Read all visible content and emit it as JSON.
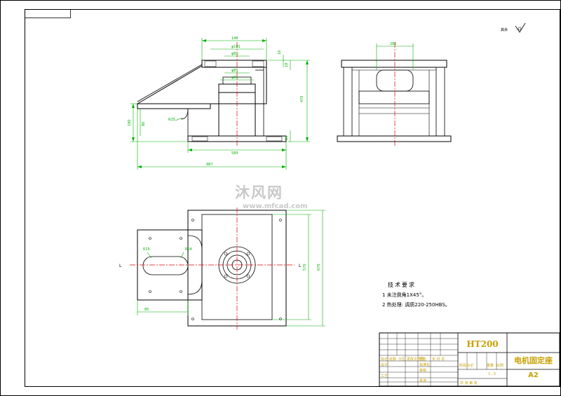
{
  "roughness_note": "其余",
  "dims": {
    "top_width": "146",
    "top_bore": "φ181",
    "top_bore2": "φ81",
    "inner_bore": "φ81",
    "inner_bore2": "φ81",
    "right_height_total": "475",
    "right_h1": "16",
    "right_h2": "18",
    "right_h3": "16",
    "left_height": "180",
    "left_h2": "80",
    "radius": "R25",
    "base_width": "589",
    "overall_width": "987",
    "side_top": "281",
    "plan_r1": "R15",
    "plan_r2": "R54",
    "plan_bottom": "85",
    "plan_h1": "570",
    "plan_h2": "670",
    "section_mark": "L"
  },
  "notes": {
    "title": "技术要求",
    "items": [
      "1  未注倒角1X45°。",
      "2  热处理: 调质220-250HBS。"
    ]
  },
  "title_block": {
    "material": "HT200",
    "part_name": "电机固定座",
    "sheet_size": "A2",
    "row_labels": [
      "标记",
      "处数",
      "分区",
      "更改文件号",
      "签名",
      "年 月 日"
    ],
    "designer": "设计",
    "standard": "标准化",
    "reviewer": "审核",
    "process": "工艺",
    "approve": "批准",
    "stage": "阶段标记",
    "weight": "重量",
    "scale": "比例",
    "scale_value": "1 : 5",
    "sheet_info": "共   张   第   张"
  },
  "watermark": {
    "brand": "沐风网",
    "url": "www.mfcad.com"
  },
  "colors": {
    "line": "#000000",
    "dimension": "#00b000",
    "center": "#e00000",
    "hidden": "#7a00c0",
    "text_title": "#c8a000"
  }
}
